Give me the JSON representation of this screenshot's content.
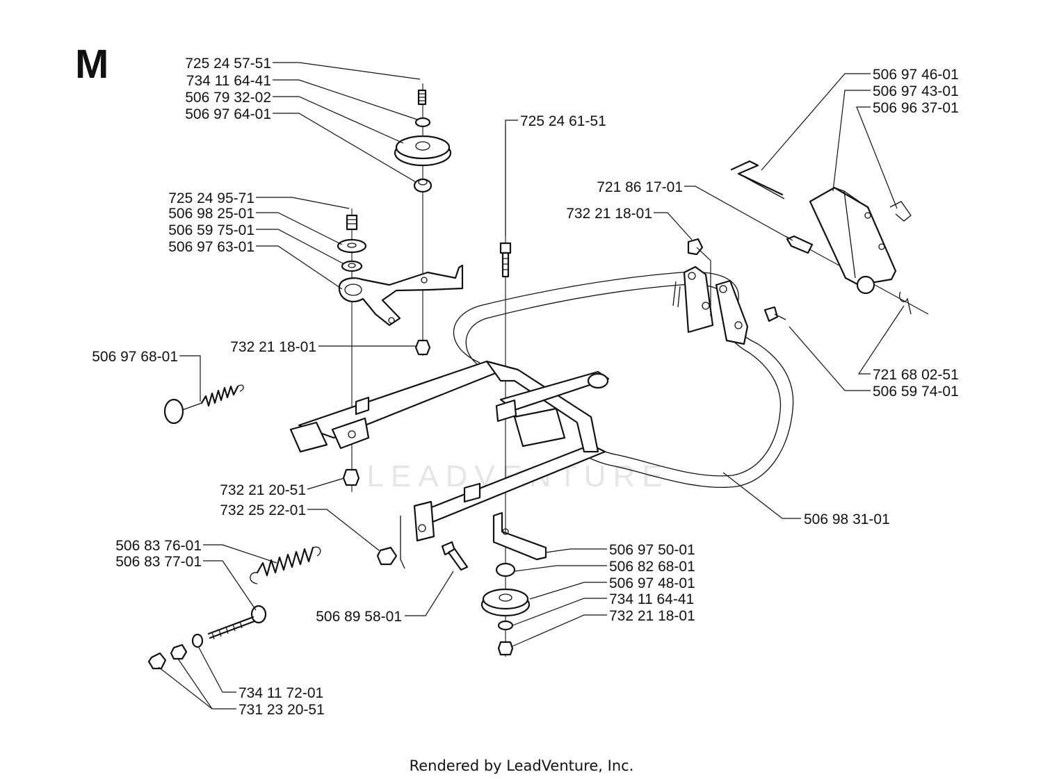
{
  "section_letter": "M",
  "watermark": "LEADVENTURE",
  "footer": "Rendered by LeadVenture, Inc.",
  "callouts": [
    "725 24 57-51",
    "734 11 64-41",
    "506 79 32-02",
    "506 97 64-01",
    "725 24 95-71",
    "506 98 25-01",
    "506 59 75-01",
    "506 97 63-01",
    "506 97 68-01",
    "732 21 18-01",
    "725 24 61-51",
    "732 21 20-51",
    "732 25 22-01",
    "506 83 76-01",
    "506 83 77-01",
    "734 11 72-01",
    "731 23 20-51",
    "506 89 58-01",
    "506 97 50-01",
    "506 82 68-01",
    "506 97 48-01",
    "734 11 64-41",
    "732 21 18-01",
    "506 98 31-01",
    "506 97 46-01",
    "506 97 43-01",
    "506 96 37-01",
    "721 86 17-01",
    "732 21 18-01",
    "721 68 02-51",
    "506 59 74-01"
  ]
}
